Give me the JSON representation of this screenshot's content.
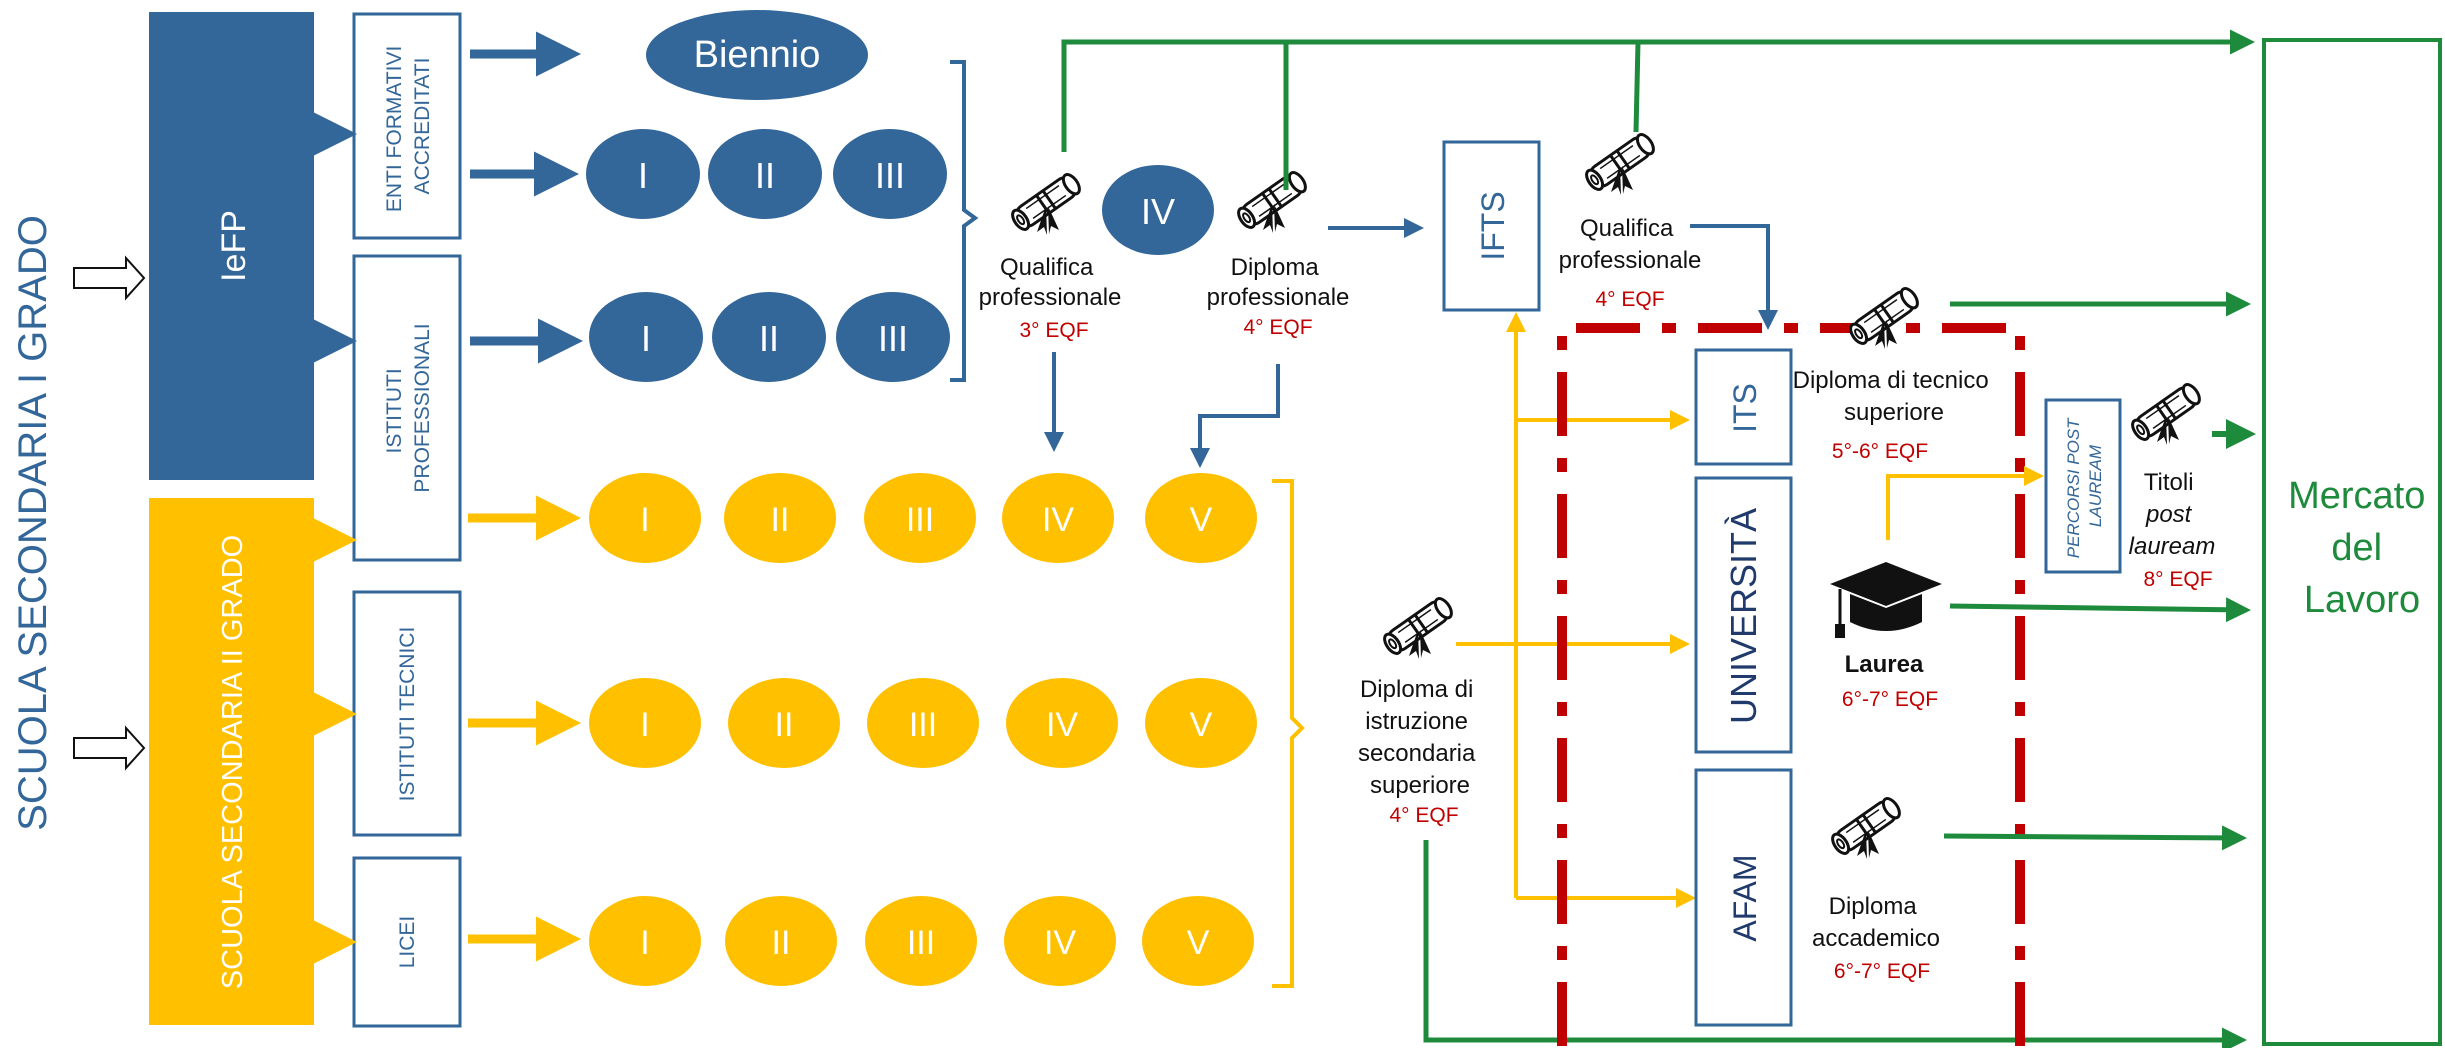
{
  "colors": {
    "blue": "#336699",
    "gold": "#ffc000",
    "green": "#1e8a3c",
    "red": "#c00000",
    "text": "#111111"
  },
  "left_title": "SCUOLA SECONDARIA I GRADO",
  "iefp": {
    "title": "IeFP",
    "enti": [
      "ENTI FORMATIVI",
      "ACCREDITATI"
    ],
    "istituti_prof": [
      "ISTITUTI",
      "PROFESSIONALI"
    ],
    "biennio": "Biennio",
    "years": [
      "I",
      "II",
      "III"
    ],
    "fourth_year": "IV"
  },
  "secondaria": {
    "title": "SCUOLA SECONDARIA II GRADO",
    "tecnici": "ISTITUTI TECNICI",
    "licei": "LICEI",
    "years": [
      "I",
      "II",
      "III",
      "IV",
      "V"
    ]
  },
  "credentials": {
    "qualifica3": {
      "lines": [
        "Qualifica",
        "professionale"
      ],
      "eqf": "3° EQF"
    },
    "diploma_prof": {
      "lines": [
        "Diploma",
        "professionale"
      ],
      "eqf": "4° EQF"
    },
    "qualifica4": {
      "lines": [
        "Qualifica",
        "professionale"
      ],
      "eqf": "4° EQF"
    },
    "diploma_istruzione": {
      "lines": [
        "Diploma di",
        "istruzione",
        "secondaria",
        "superiore"
      ],
      "eqf": "4° EQF"
    },
    "diploma_tecnico": {
      "lines": [
        "Diploma di tecnico",
        "superiore"
      ],
      "eqf": "5°-6° EQF"
    },
    "laurea": {
      "label": "Laurea",
      "eqf": "6°-7° EQF"
    },
    "diploma_accademico": {
      "lines": [
        "Diploma",
        "accademico"
      ],
      "eqf": "6°-7° EQF"
    },
    "titoli": {
      "line1": "Titoli",
      "line2": "post",
      "line3": "lauream",
      "eqf": "8° EQF"
    }
  },
  "institutions": {
    "ifts": "IFTS",
    "its": "ITS",
    "universita": "UNIVERSITÀ",
    "afam": "AFAM",
    "percorsi": [
      "PERCORSI POST",
      "LAUREAM"
    ]
  },
  "mercato": [
    "Mercato",
    "del",
    "Lavoro"
  ]
}
